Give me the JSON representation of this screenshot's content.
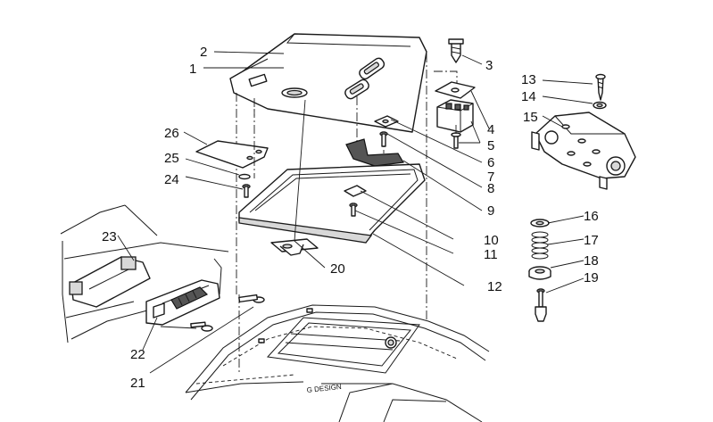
{
  "callouts": [
    {
      "id": "c1",
      "label": "1"
    },
    {
      "id": "c2",
      "label": "2"
    },
    {
      "id": "c3",
      "label": "3"
    },
    {
      "id": "c4",
      "label": "4"
    },
    {
      "id": "c5",
      "label": "5"
    },
    {
      "id": "c6",
      "label": "6"
    },
    {
      "id": "c7",
      "label": "7"
    },
    {
      "id": "c8",
      "label": "8"
    },
    {
      "id": "c9",
      "label": "9"
    },
    {
      "id": "c10",
      "label": "10"
    },
    {
      "id": "c11",
      "label": "11"
    },
    {
      "id": "c12",
      "label": "12"
    },
    {
      "id": "c13",
      "label": "13"
    },
    {
      "id": "c14",
      "label": "14"
    },
    {
      "id": "c15",
      "label": "15"
    },
    {
      "id": "c16",
      "label": "16"
    },
    {
      "id": "c17",
      "label": "17"
    },
    {
      "id": "c18",
      "label": "18"
    },
    {
      "id": "c19",
      "label": "19"
    },
    {
      "id": "c20",
      "label": "20"
    },
    {
      "id": "c21",
      "label": "21"
    },
    {
      "id": "c22",
      "label": "22"
    },
    {
      "id": "c23",
      "label": "23"
    },
    {
      "id": "c24",
      "label": "24"
    },
    {
      "id": "c25",
      "label": "25"
    },
    {
      "id": "c26",
      "label": "26"
    }
  ],
  "car_badge": "G DESIGN"
}
